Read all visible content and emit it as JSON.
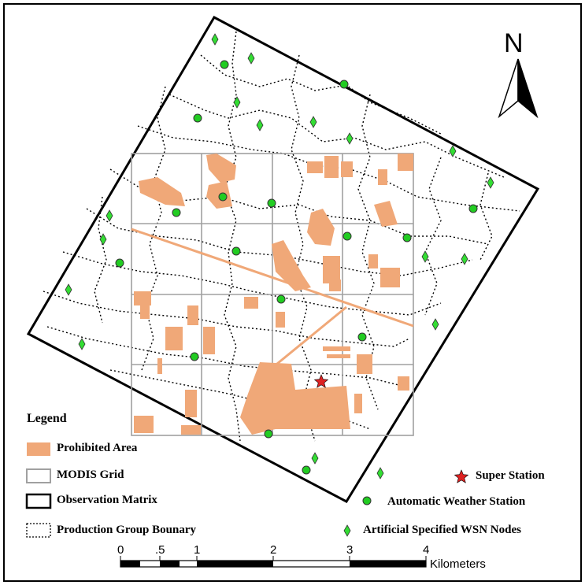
{
  "legend": {
    "title": "Legend",
    "prohibited_area": "Prohibited Area",
    "modis_grid": "MODIS Grid",
    "observation_matrix": "Observation Matrix",
    "production_group_boundary": "Production Group Bounary",
    "super_station": "Super Station",
    "automatic_weather_station": "Automatic Weather Station",
    "wsn_nodes": "Artificial Specified WSN Nodes"
  },
  "north_label": "N",
  "scale_bar": {
    "ticks": [
      "0",
      ".5",
      "1",
      "2",
      "3",
      "4"
    ],
    "unit": "Kilometers"
  },
  "colors": {
    "prohibited": "#f0a878",
    "grid": "#a0a0a0",
    "station": "#22cc22",
    "wsn": "#33dd33",
    "super_station": "#dd2222"
  },
  "icons": {
    "super_station": "star-icon",
    "weather_station": "green-dot-icon",
    "wsn_node": "green-diamond-icon",
    "north": "north-arrow-icon"
  }
}
